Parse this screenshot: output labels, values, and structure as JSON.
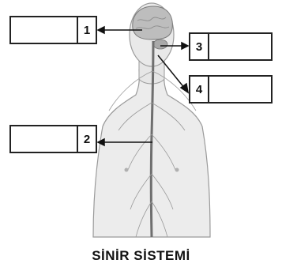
{
  "diagram": {
    "caption": "SİNİR SİSTEMİ",
    "labels": [
      {
        "id": "1",
        "text": ""
      },
      {
        "id": "2",
        "text": ""
      },
      {
        "id": "3",
        "text": ""
      },
      {
        "id": "4",
        "text": ""
      }
    ]
  }
}
